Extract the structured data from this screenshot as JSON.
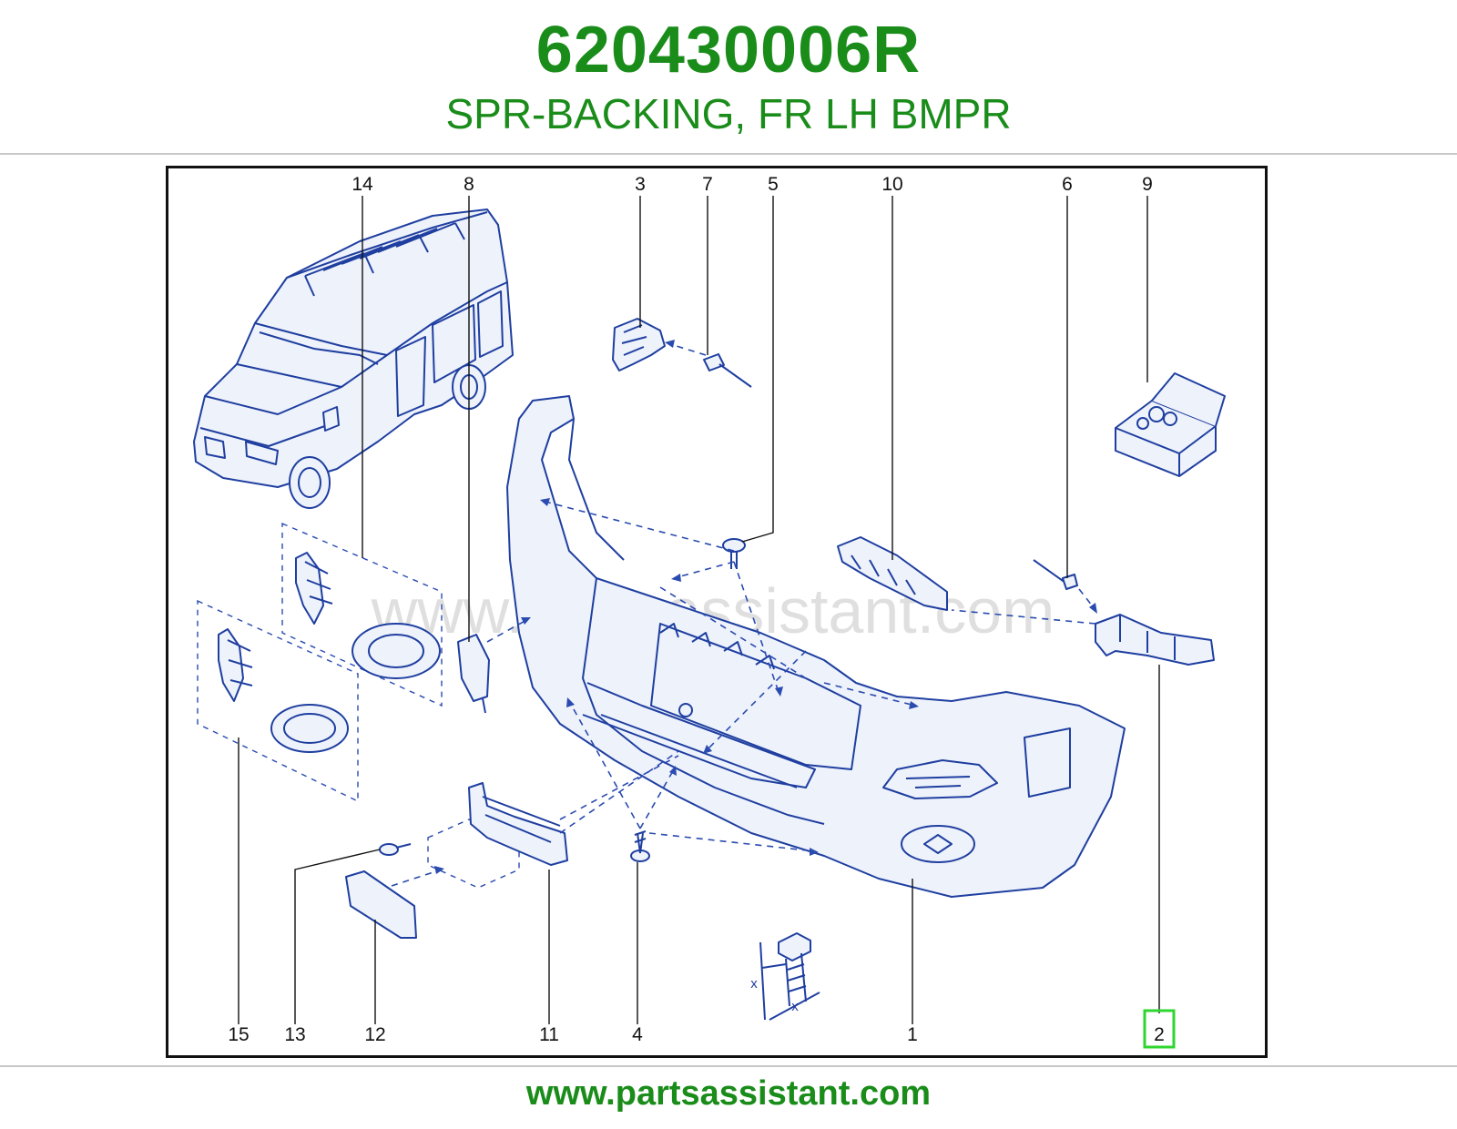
{
  "header": {
    "part_number": "620430006R",
    "description": "SPR-BACKING, FR LH BMPR"
  },
  "diagram": {
    "watermark": "www.partsassistant.com",
    "highlighted_callout": "2",
    "callouts_top": [
      "14",
      "8",
      "3",
      "7",
      "5",
      "10",
      "6",
      "9"
    ],
    "callouts_bottom": [
      "15",
      "13",
      "12",
      "11",
      "4",
      "1",
      "2"
    ],
    "dimension_label": "x",
    "highlight_color": "#2fd62f"
  },
  "footer": {
    "url": "www.partsassistant.com"
  },
  "colors": {
    "brand_green": "#1a8c1a",
    "line_blue": "#1f3fa0"
  }
}
